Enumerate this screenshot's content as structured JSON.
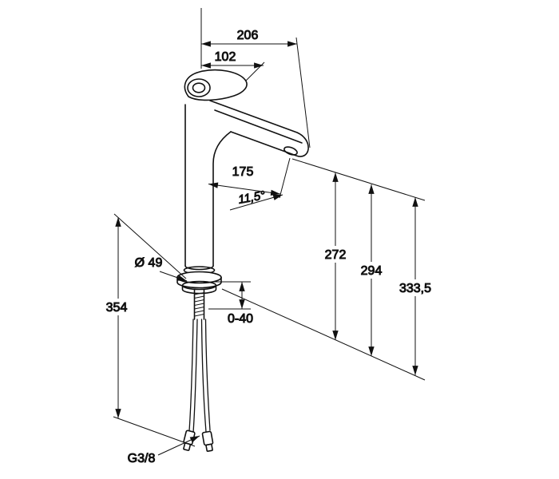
{
  "drawing": {
    "background_color": "#ffffff",
    "line_color": "#111111",
    "labels": {
      "reach_total": "206",
      "reach_handle": "102",
      "reach_spout": "175",
      "spout_angle": "11,5°",
      "height_to_outlet": "272",
      "height_upper_edge": "294",
      "height_total": "333,5",
      "base_diameter": "Ø 49",
      "below_deck_length": "354",
      "deck_thickness_range": "0-40",
      "connection_thread": "G3/8"
    }
  }
}
